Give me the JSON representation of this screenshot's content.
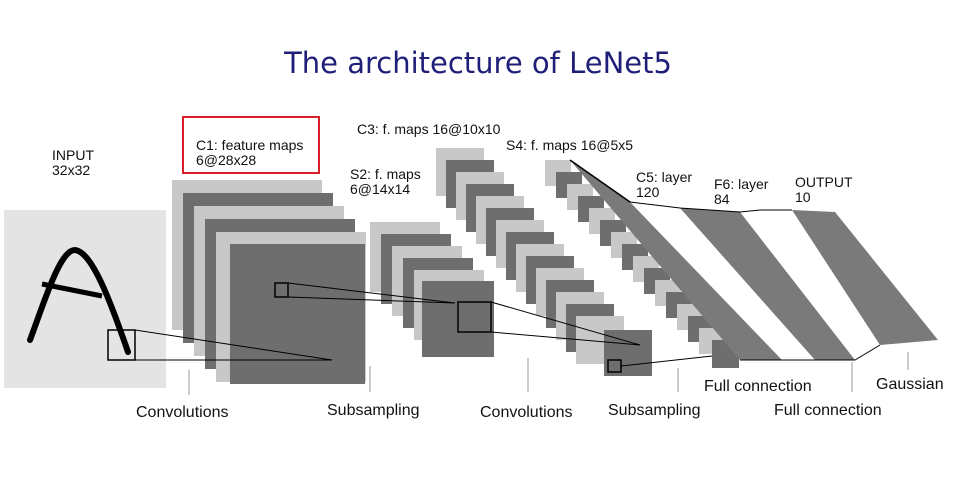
{
  "title": "The architecture of LeNet5",
  "layers": {
    "input": {
      "name": "INPUT",
      "size": "32x32"
    },
    "c1": {
      "name": "C1: feature maps",
      "size": "6@28x28"
    },
    "s2": {
      "name": "S2: f. maps",
      "size": "6@14x14"
    },
    "c3": {
      "name": "C3: f. maps 16@10x10"
    },
    "s4": {
      "name": "S4: f. maps 16@5x5"
    },
    "c5": {
      "name": "C5: layer",
      "size": "120"
    },
    "f6": {
      "name": "F6: layer",
      "size": "84"
    },
    "output": {
      "name": "OUTPUT",
      "size": "10"
    }
  },
  "operations": {
    "conv1": "Convolutions",
    "sub1": "Subsampling",
    "conv2": "Convolutions",
    "sub2": "Subsampling",
    "full1": "Full connection",
    "full2": "Full connection",
    "gauss": "Gaussian"
  },
  "colors": {
    "title": "#1f1f7a",
    "highlight": "#d9202a",
    "map_dark": "#6e6e6e",
    "map_light": "#c8c8c8"
  }
}
